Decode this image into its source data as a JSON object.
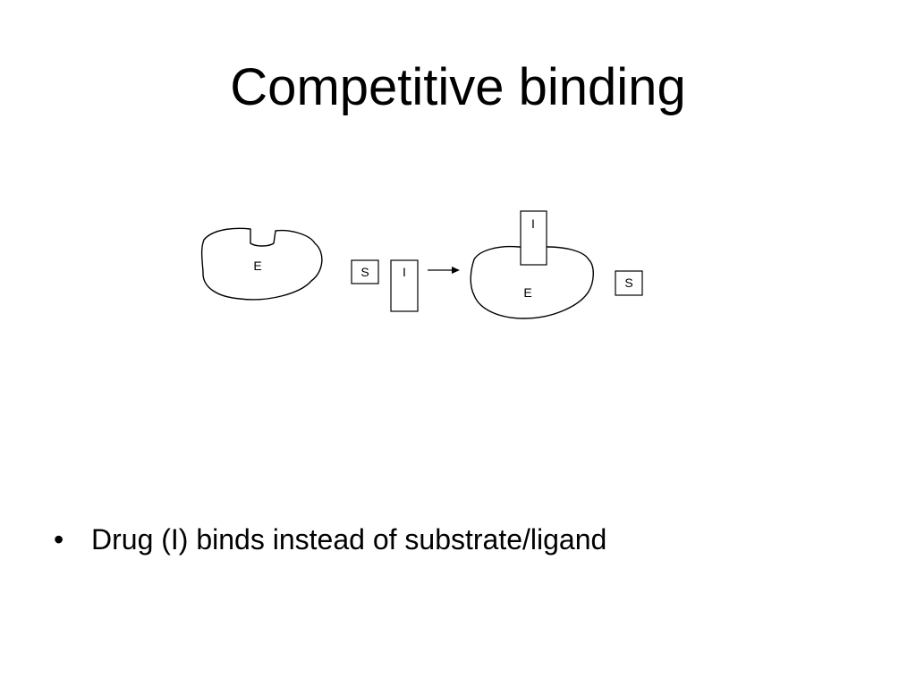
{
  "slide": {
    "title": "Competitive binding"
  },
  "diagram": {
    "enzyme_left_label": "E",
    "substrate_free_label": "S",
    "inhibitor_free_label": "I",
    "inhibitor_bound_label": "I",
    "enzyme_right_label": "E",
    "substrate_released_label": "S"
  },
  "bullets": [
    {
      "mark": "•",
      "text": "Drug (I) binds instead of substrate/ligand"
    }
  ]
}
